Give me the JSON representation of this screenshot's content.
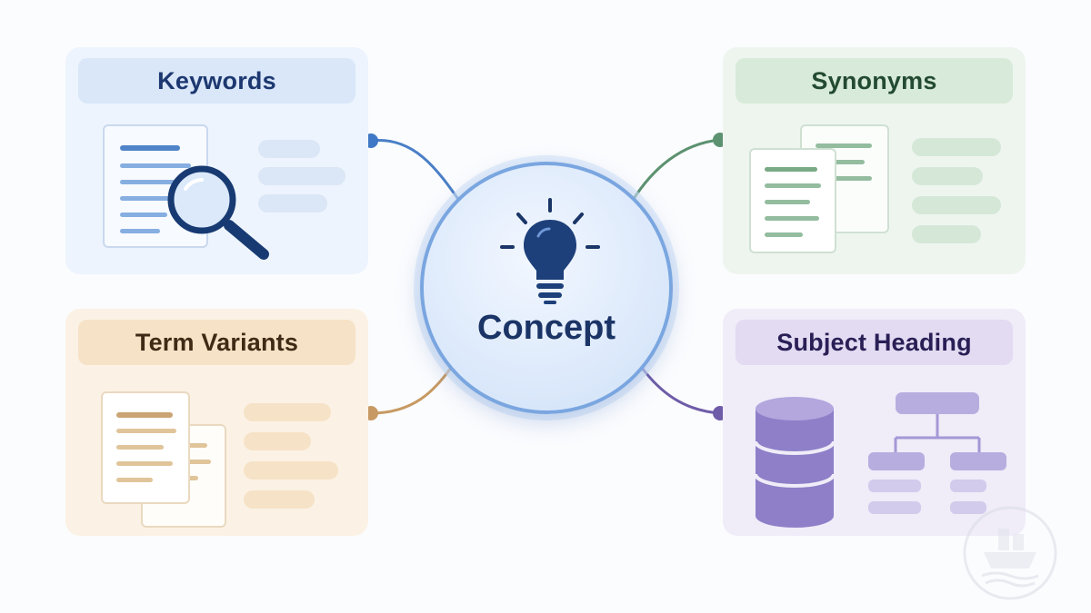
{
  "center_node": {
    "label": "Concept",
    "icon": "lightbulb-icon",
    "border_color": "#7aa6e0"
  },
  "panels": {
    "keywords": {
      "title": "Keywords",
      "accent": "#3f78c4",
      "icon": "document-magnifier-icon"
    },
    "synonyms": {
      "title": "Synonyms",
      "accent": "#5c9270",
      "icon": "stacked-documents-icon"
    },
    "term_variants": {
      "title": "Term Variants",
      "accent": "#c79a63",
      "icon": "stacked-documents-icon"
    },
    "subject_heading": {
      "title": "Subject Heading",
      "accent": "#6e5ca8",
      "icon": "database-hierarchy-icon"
    }
  },
  "watermark": {
    "icon": "ship-logo-icon"
  }
}
